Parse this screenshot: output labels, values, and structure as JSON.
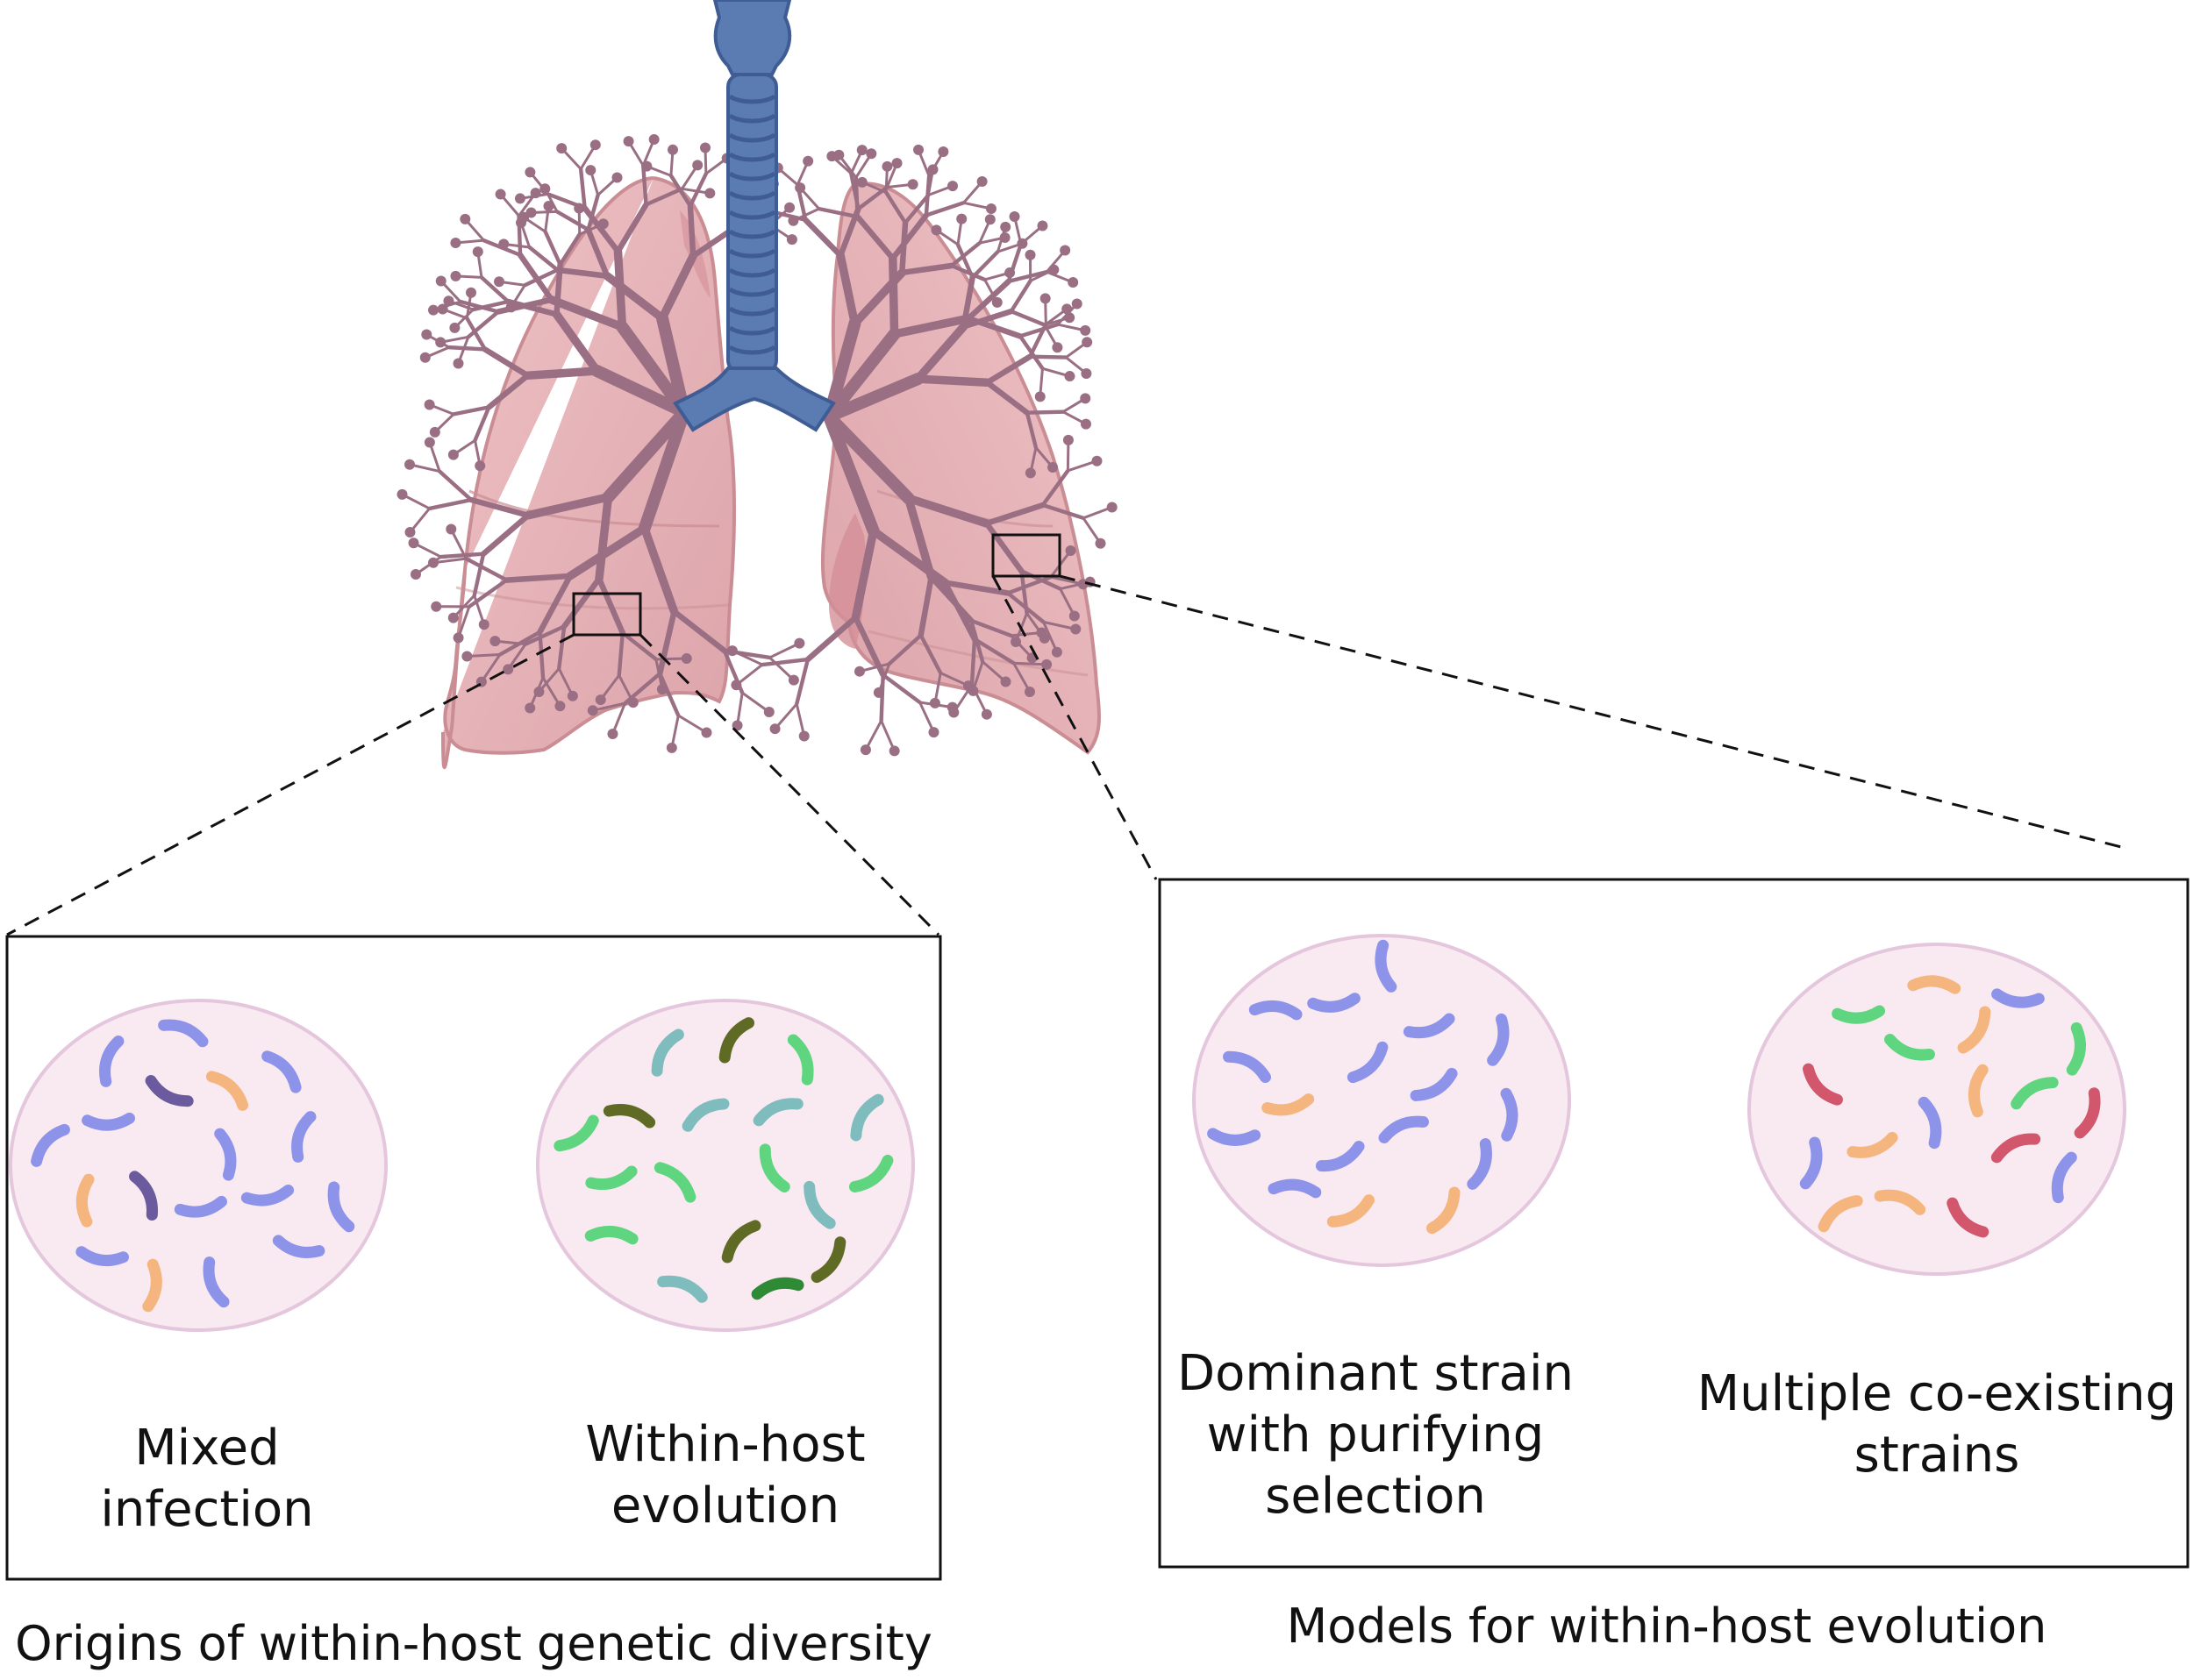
{
  "panels": {
    "left": {
      "caption": "Origins of within-host genetic diversity",
      "items": [
        {
          "label_lines": [
            "Mixed",
            "infection"
          ]
        },
        {
          "label_lines": [
            "Within-host",
            "evolution"
          ]
        }
      ]
    },
    "right": {
      "caption": "Models for within-host evolution",
      "items": [
        {
          "label_lines": [
            "Dominant strain",
            "with purifying",
            "selection"
          ]
        },
        {
          "label_lines": [
            "Multiple co-existing",
            "strains"
          ]
        }
      ]
    }
  },
  "colors": {
    "lung_fill": "#e6b4b8",
    "lung_stroke": "#c98d93",
    "airway": "#9a6f83",
    "trachea": "#5b7bb3",
    "trachea_dark": "#3f5d94",
    "dish_fill": "#f9eaf2",
    "dish_stroke": "#e4c6dd",
    "strain_blue": "#8e93ea",
    "strain_purple": "#6b5a9d",
    "strain_orange": "#f5b57e",
    "strain_green": "#5fd57f",
    "strain_red": "#d2566c",
    "strain_teal": "#7fbcbd",
    "strain_darkgreen": "#2f8a35",
    "strain_olive": "#5f6a24"
  },
  "icons": [
    "lungs-icon",
    "trachea-icon",
    "bacteria-icon",
    "zoom-box-icon"
  ]
}
